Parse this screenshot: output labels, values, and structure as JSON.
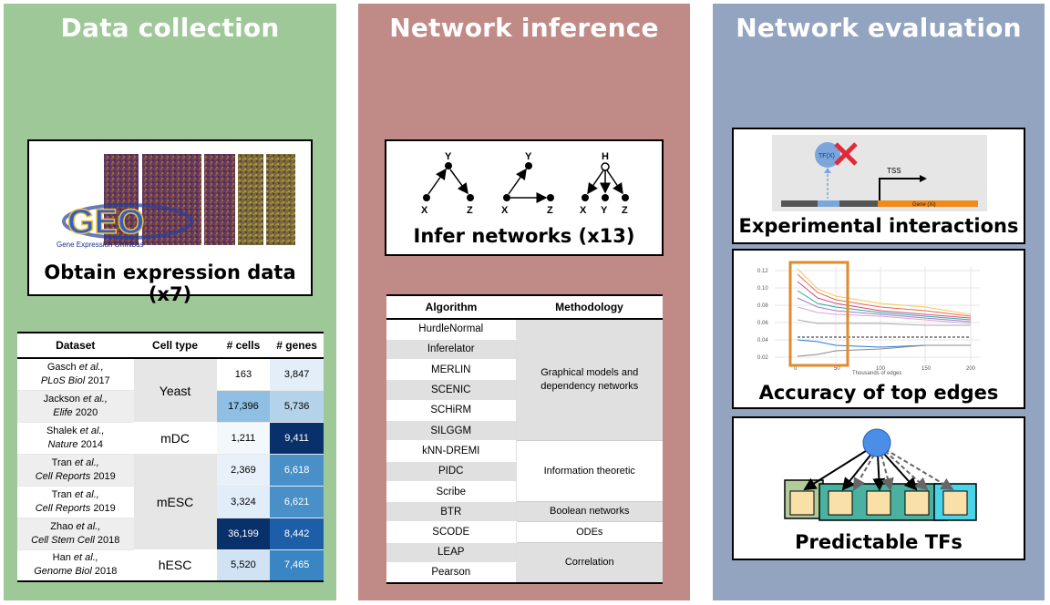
{
  "panels": {
    "collection": {
      "title": "Data collection",
      "geo_logo": "GEO",
      "geo_subtitle": "Gene Expression Omnibus",
      "caption": "Obtain expression data (x7)",
      "table": {
        "headers": [
          "Dataset",
          "Cell type",
          "# cells",
          "# genes"
        ],
        "rows": [
          {
            "author": "Gasch",
            "etal": "et al.,",
            "journal": "PLoS Biol",
            "year": "2017",
            "cells": "163",
            "genes": "3,847",
            "cells_color": "#ffffff",
            "genes_color": "#e3eef9"
          },
          {
            "author": "Jackson",
            "etal": "et al.,",
            "journal": "Elife",
            "year": "2020",
            "cells": "17,396",
            "genes": "5,736",
            "cells_color": "#8fc0e3",
            "genes_color": "#b4d3eb"
          },
          {
            "author": "Shalek",
            "etal": "et al.,",
            "journal": "Nature",
            "year": "2014",
            "cells": "1,211",
            "genes": "9,411",
            "cells_color": "#f3f8fd",
            "genes_color": "#08306b"
          },
          {
            "author": "Tran",
            "etal": "et al.,",
            "journal": "Cell Reports",
            "year": "2019",
            "cells": "2,369",
            "genes": "6,618",
            "cells_color": "#e8f1fa",
            "genes_color": "#4a90c8"
          },
          {
            "author": "Tran",
            "etal": "et al.,",
            "journal": "Cell Reports",
            "year": "2019",
            "cells": "3,324",
            "genes": "6,621",
            "cells_color": "#e1edf8",
            "genes_color": "#4a90c8"
          },
          {
            "author": "Zhao",
            "etal": "et al.,",
            "journal": "Cell Stem Cell",
            "year": "2018",
            "cells": "36,199",
            "genes": "8,442",
            "cells_color": "#08306b",
            "genes_color": "#1c5ea8"
          },
          {
            "author": "Han",
            "etal": "et al.,",
            "journal": "Genome Biol",
            "year": "2018",
            "cells": "5,520",
            "genes": "7,465",
            "cells_color": "#d0e2f3",
            "genes_color": "#3a86c4"
          }
        ],
        "cell_types": [
          "Yeast",
          "mDC",
          "mESC",
          "hESC"
        ]
      }
    },
    "inference": {
      "title": "Network inference",
      "motif_labels": {
        "y": "Y",
        "x": "X",
        "z": "Z",
        "h": "H"
      },
      "caption": "Infer networks (x13)",
      "table": {
        "headers": [
          "Algorithm",
          "Methodology"
        ],
        "algorithms": [
          "HurdleNormal",
          "Inferelator",
          "MERLIN",
          "SCENIC",
          "SCHiRM",
          "SILGGM",
          "kNN-DREMI",
          "PIDC",
          "Scribe",
          "BTR",
          "SCODE",
          "LEAP",
          "Pearson"
        ],
        "methodologies": [
          {
            "line1": "Graphical models and",
            "line2": "dependency networks"
          },
          {
            "line1": "Information theoretic",
            "line2": ""
          },
          {
            "line1": "Boolean networks",
            "line2": ""
          },
          {
            "line1": "ODEs",
            "line2": ""
          },
          {
            "line1": "Correlation",
            "line2": ""
          }
        ]
      }
    },
    "evaluation": {
      "title": "Network evaluation",
      "tf_label": "TF(X)",
      "tss_label": "TSS",
      "gene_label": "Gene (Xi)",
      "caption_experimental": "Experimental interactions",
      "caption_accuracy": "Accuracy of top edges",
      "caption_predictable": "Predictable TFs",
      "mini_chart": {
        "y_ticks": [
          "0.12",
          "0.10",
          "0.08",
          "0.06",
          "0.04",
          "0.02"
        ],
        "x_ticks": [
          "0",
          "50",
          "100",
          "150",
          "200"
        ],
        "xlabel": "Thousands of edges"
      }
    }
  },
  "colors": {
    "collection_bg": "#9ec897",
    "inference_bg": "#c08a86",
    "evaluation_bg": "#92a4c0",
    "highlight_orange": "#e08a2c"
  }
}
